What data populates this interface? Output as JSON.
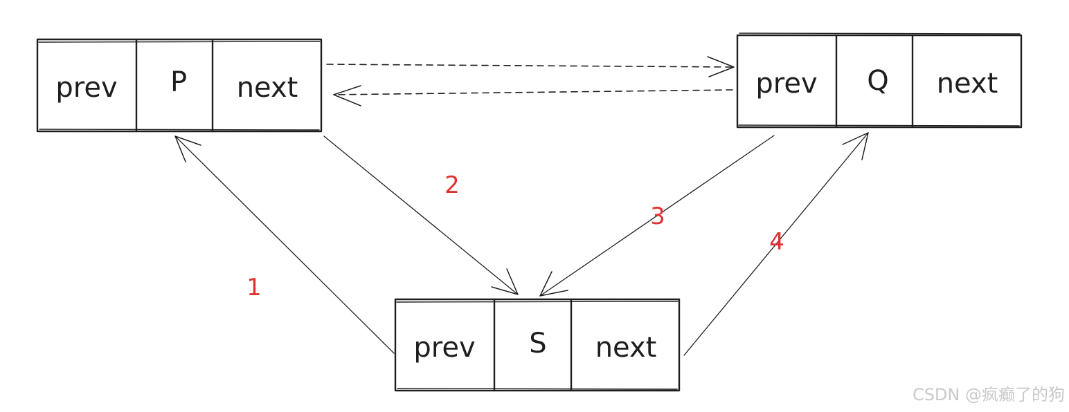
{
  "nodes": {
    "p": {
      "prev": "prev",
      "value": "P",
      "next": "next"
    },
    "q": {
      "prev": "prev",
      "value": "Q",
      "next": "next"
    },
    "s": {
      "prev": "prev",
      "value": "S",
      "next": "next"
    }
  },
  "steps": {
    "one": "1",
    "two": "2",
    "three": "3",
    "four": "4"
  },
  "colors": {
    "ink": "#1e1e1e",
    "step": "#e03131",
    "watermark": "#c9c9c9"
  },
  "watermark": "CSDN @疯癫了的狗"
}
